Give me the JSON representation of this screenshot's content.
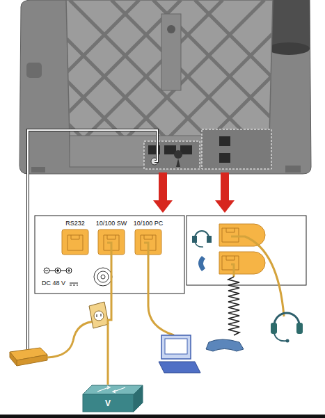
{
  "diagram": {
    "nodes": [
      {
        "text": [
          "RS232"
        ]
      },
      {
        "text": [
          "10/100 SW"
        ]
      },
      {
        "text": [
          "10/100 PC"
        ]
      },
      {
        "text": [
          "V"
        ]
      }
    ],
    "edges": [
      {
        "from": 1,
        "to": 3,
        "arrow": "none"
      }
    ],
    "labels": [
      "DC 48 V"
    ]
  }
}
